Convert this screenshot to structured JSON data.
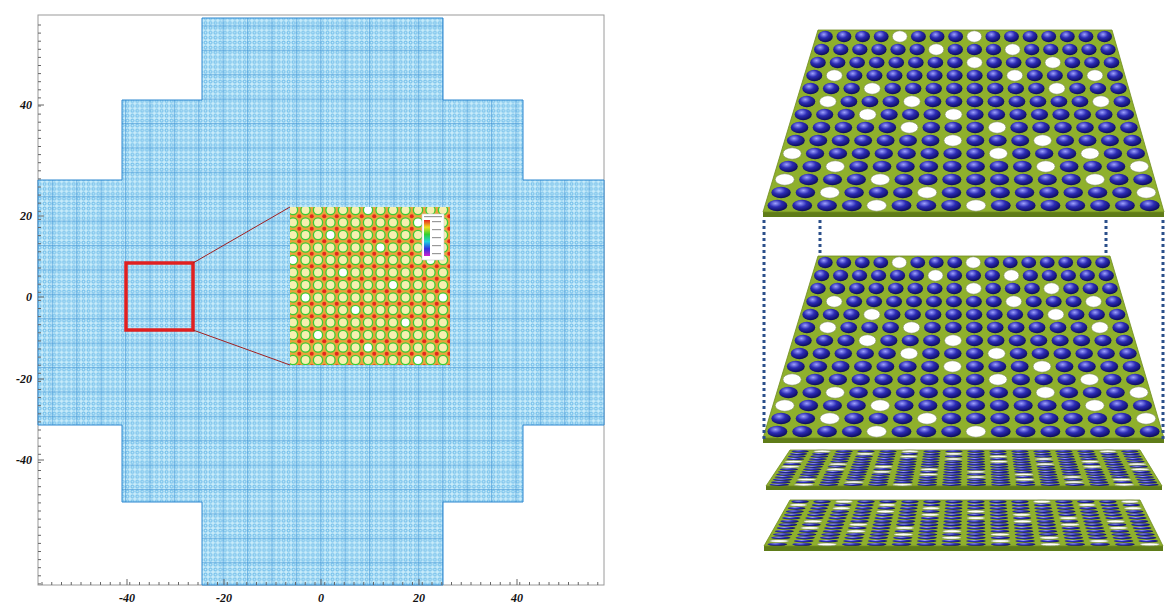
{
  "diagram": {
    "labels": [
      "40",
      "20",
      "0",
      "-20",
      "-40",
      "-40",
      "-20",
      "0",
      "20",
      "40"
    ]
  }
}
